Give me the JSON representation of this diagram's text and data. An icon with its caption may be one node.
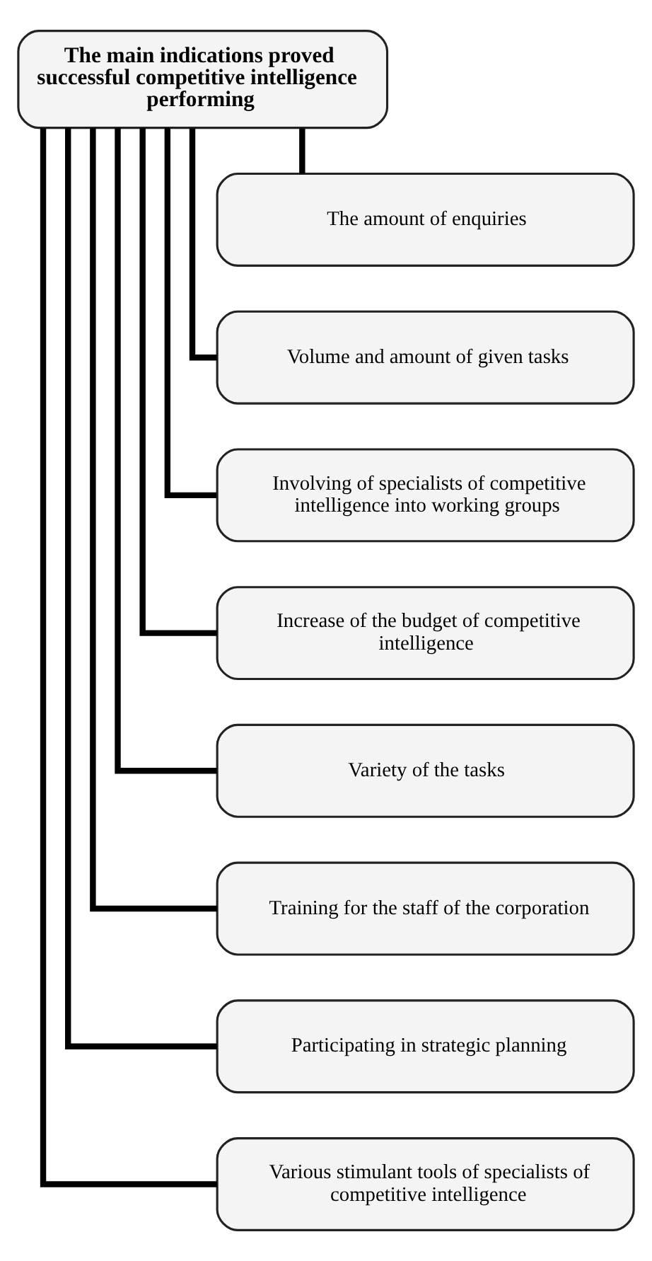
{
  "diagram": {
    "nodes": [
      {
        "text": [
          "The main indications proved successful competitive intelligence performing"
        ]
      },
      {
        "text": [
          "The amount of enquiries"
        ]
      },
      {
        "text": [
          "Volume and amount of given tasks"
        ]
      },
      {
        "text": [
          "Involving of specialists of competitive intelligence into working groups"
        ]
      },
      {
        "text": [
          "Increase of the budget of competitive intelligence"
        ]
      },
      {
        "text": [
          "Variety of the tasks"
        ]
      },
      {
        "text": [
          "Training for the staff of the corporation"
        ]
      },
      {
        "text": [
          "Participating in strategic planning"
        ]
      },
      {
        "text": [
          "Various stimulant tools of specialists of competitive intelligence"
        ]
      }
    ],
    "edges": [
      {
        "from": 0,
        "to": 1,
        "arrow": "none"
      },
      {
        "from": 0,
        "to": 2,
        "arrow": "none"
      },
      {
        "from": 0,
        "to": 3,
        "arrow": "none"
      },
      {
        "from": 0,
        "to": 4,
        "arrow": "none"
      },
      {
        "from": 0,
        "to": 5,
        "arrow": "none"
      },
      {
        "from": 0,
        "to": 6,
        "arrow": "none"
      },
      {
        "from": 0,
        "to": 7,
        "arrow": "none"
      },
      {
        "from": 0,
        "to": 8,
        "arrow": "none"
      }
    ]
  }
}
